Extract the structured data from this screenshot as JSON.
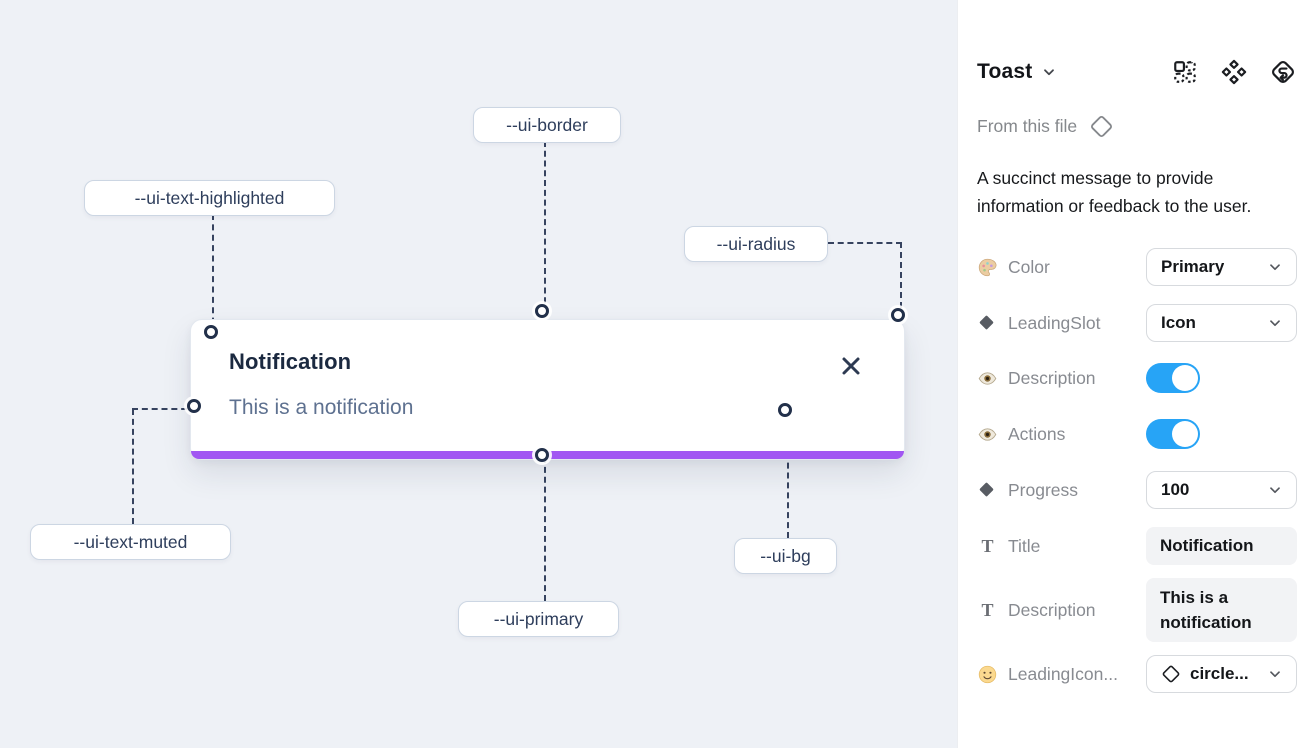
{
  "colors": {
    "primary": "#a156f2",
    "toggle_on": "#27a4f6",
    "canvas_bg": "#eef1f6",
    "connector": "#36435f"
  },
  "canvas": {
    "toast": {
      "title": "Notification",
      "description": "This is a notification"
    },
    "labels": [
      {
        "id": "ui-border",
        "text": "--ui-border"
      },
      {
        "id": "ui-text-highlighted",
        "text": "--ui-text-highlighted"
      },
      {
        "id": "ui-radius",
        "text": "--ui-radius"
      },
      {
        "id": "ui-text-muted",
        "text": "--ui-text-muted"
      },
      {
        "id": "ui-primary",
        "text": "--ui-primary"
      },
      {
        "id": "ui-bg",
        "text": "--ui-bg"
      }
    ]
  },
  "panel": {
    "title": "Toast",
    "source_label": "From this file",
    "description": "A succinct message to provide information or feedback to the user.",
    "header_icons": [
      "instance-grid-icon",
      "component-props-icon",
      "s-diamond-icon"
    ],
    "properties": [
      {
        "label": "Color",
        "icon": "palette-icon",
        "type": "select",
        "value": "Primary"
      },
      {
        "label": "LeadingSlot",
        "icon": "diamond-icon",
        "type": "select",
        "value": "Icon"
      },
      {
        "label": "Description",
        "icon": "eye-icon",
        "type": "toggle",
        "value": true
      },
      {
        "label": "Actions",
        "icon": "eye-icon",
        "type": "toggle",
        "value": true
      },
      {
        "label": "Progress",
        "icon": "diamond-icon",
        "type": "select",
        "value": "100"
      },
      {
        "label": "Title",
        "icon": "text-icon",
        "type": "text",
        "value": "Notification"
      },
      {
        "label": "Description",
        "icon": "text-icon",
        "type": "text",
        "value": "This is a notification"
      },
      {
        "label": "LeadingIcon...",
        "icon": "smiley-icon",
        "type": "select",
        "value": "circle..."
      }
    ]
  }
}
